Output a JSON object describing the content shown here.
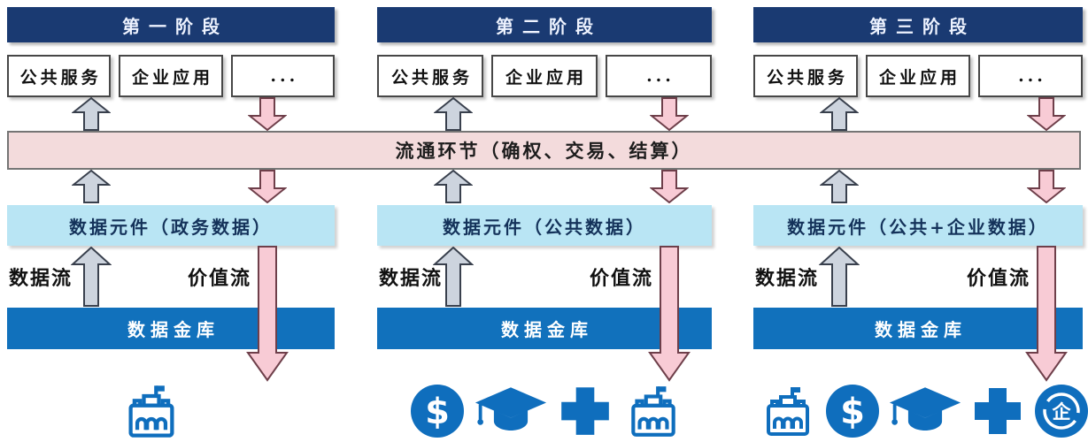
{
  "diagram": {
    "band_label": "流通环节（确权、交易、结算）",
    "flow_labels": {
      "data": "数据流",
      "value": "价值流"
    },
    "symbols": {
      "dollar": "$",
      "enterprise": "企"
    },
    "stages": [
      {
        "title": "第一阶段",
        "boxes": [
          "公共服务",
          "企业应用",
          "..."
        ],
        "element_label": "数据元件（政务数据）",
        "vault_label": "数据金库",
        "icons": [
          "gov-building-icon"
        ]
      },
      {
        "title": "第二阶段",
        "boxes": [
          "公共服务",
          "企业应用",
          "..."
        ],
        "element_label": "数据元件（公共数据）",
        "vault_label": "数据金库",
        "icons": [
          "finance-dollar-icon",
          "education-cap-icon",
          "medical-cross-icon",
          "gov-building-icon"
        ]
      },
      {
        "title": "第三阶段",
        "boxes": [
          "公共服务",
          "企业应用",
          "..."
        ],
        "element_label": "数据元件（公共+企业数据）",
        "vault_label": "数据金库",
        "icons": [
          "gov-building-icon",
          "finance-dollar-icon",
          "education-cap-icon",
          "medical-cross-icon",
          "enterprise-icon"
        ]
      }
    ],
    "colors": {
      "header_navy": "#1a3a72",
      "band_pink": "#f3dbdc",
      "element_blue": "#b9e5f4",
      "vault_blue": "#1171bc",
      "arrow_gray": "#cdd4de",
      "arrow_pink": "#f8cbd5",
      "icon_blue": "#0f6ebd"
    }
  }
}
